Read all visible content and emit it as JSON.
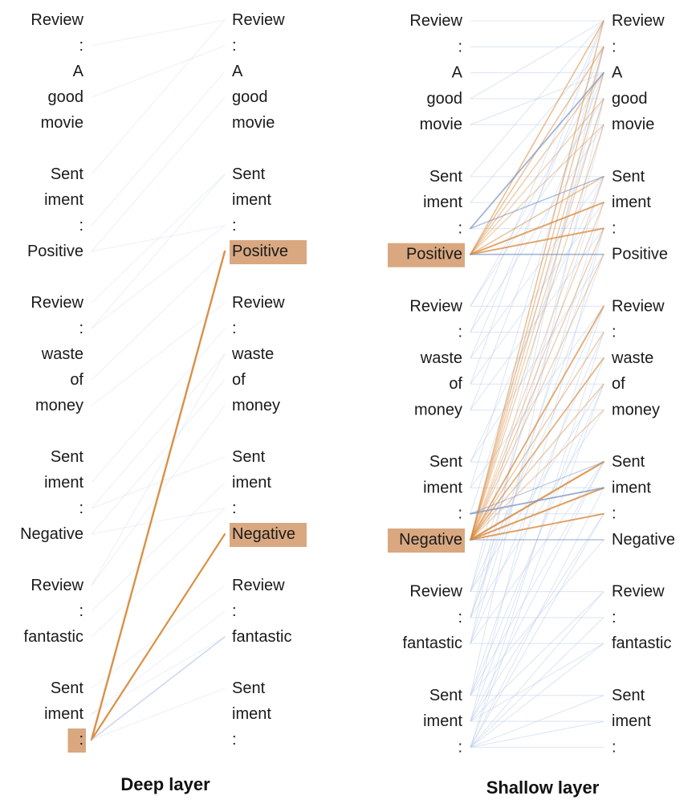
{
  "tokens": [
    "Review",
    ":",
    "A",
    "good",
    "movie",
    "Sent",
    "iment",
    ":",
    "Positive",
    "Review",
    ":",
    "waste",
    "of",
    "money",
    "Sent",
    "iment",
    ":",
    "Negative",
    "Review",
    ":",
    "fantastic",
    "Sent",
    "iment",
    ":"
  ],
  "panels": [
    {
      "name": "deep",
      "caption": "Deep layer",
      "highlight_color": "#d9a880",
      "left_highlight_indices": [
        23
      ],
      "right_highlight_indices": [
        8,
        17
      ],
      "edges": [
        {
          "from": 23,
          "to": 8,
          "color": "#d98a3c",
          "opacity": 0.95,
          "weight": 2.4
        },
        {
          "from": 23,
          "to": 17,
          "color": "#d98a3c",
          "opacity": 0.95,
          "weight": 2.2
        },
        {
          "from": 23,
          "to": 20,
          "color": "#b8c8e8",
          "opacity": 0.8,
          "weight": 1.4
        }
      ],
      "faint_edges": [
        [
          1,
          0
        ],
        [
          3,
          1
        ],
        [
          5,
          0
        ],
        [
          7,
          2
        ],
        [
          8,
          3
        ],
        [
          9,
          5
        ],
        [
          10,
          7
        ],
        [
          12,
          8
        ],
        [
          13,
          9
        ],
        [
          15,
          10
        ],
        [
          16,
          11
        ],
        [
          17,
          12
        ],
        [
          18,
          13
        ],
        [
          19,
          15
        ],
        [
          20,
          16
        ],
        [
          21,
          18
        ],
        [
          22,
          19
        ],
        [
          23,
          21
        ],
        [
          16,
          14
        ],
        [
          10,
          5
        ],
        [
          8,
          7
        ],
        [
          17,
          16
        ],
        [
          22,
          20
        ],
        [
          18,
          11
        ]
      ]
    },
    {
      "name": "shallow",
      "caption": "Shallow layer",
      "highlight_color": "#d9a880",
      "left_highlight_indices": [
        8,
        17
      ],
      "right_highlight_indices": [],
      "edges": [
        {
          "from": 8,
          "to": 0,
          "color": "#d98a3c",
          "opacity": 0.55,
          "weight": 1.6
        },
        {
          "from": 8,
          "to": 1,
          "color": "#d98a3c",
          "opacity": 0.5,
          "weight": 1.5
        },
        {
          "from": 8,
          "to": 2,
          "color": "#d98a3c",
          "opacity": 0.45,
          "weight": 1.4
        },
        {
          "from": 8,
          "to": 3,
          "color": "#d98a3c",
          "opacity": 0.4,
          "weight": 1.3
        },
        {
          "from": 8,
          "to": 4,
          "color": "#d98a3c",
          "opacity": 0.4,
          "weight": 1.3
        },
        {
          "from": 8,
          "to": 5,
          "color": "#d98a3c",
          "opacity": 0.5,
          "weight": 1.5
        },
        {
          "from": 8,
          "to": 6,
          "color": "#d98a3c",
          "opacity": 0.75,
          "weight": 2.0
        },
        {
          "from": 8,
          "to": 7,
          "color": "#d98a3c",
          "opacity": 0.75,
          "weight": 2.0
        },
        {
          "from": 8,
          "to": 8,
          "color": "#7a94c4",
          "opacity": 0.7,
          "weight": 1.6
        },
        {
          "from": 7,
          "to": 2,
          "color": "#7a94c4",
          "opacity": 0.7,
          "weight": 1.8
        },
        {
          "from": 7,
          "to": 5,
          "color": "#7a94c4",
          "opacity": 0.55,
          "weight": 1.6
        },
        {
          "from": 17,
          "to": 0,
          "color": "#d98a3c",
          "opacity": 0.55,
          "weight": 1.5
        },
        {
          "from": 17,
          "to": 1,
          "color": "#d98a3c",
          "opacity": 0.5,
          "weight": 1.4
        },
        {
          "from": 17,
          "to": 2,
          "color": "#d98a3c",
          "opacity": 0.45,
          "weight": 1.4
        },
        {
          "from": 17,
          "to": 3,
          "color": "#d98a3c",
          "opacity": 0.4,
          "weight": 1.3
        },
        {
          "from": 17,
          "to": 4,
          "color": "#d98a3c",
          "opacity": 0.4,
          "weight": 1.3
        },
        {
          "from": 17,
          "to": 5,
          "color": "#d98a3c",
          "opacity": 0.35,
          "weight": 1.2
        },
        {
          "from": 17,
          "to": 6,
          "color": "#d98a3c",
          "opacity": 0.4,
          "weight": 1.3
        },
        {
          "from": 17,
          "to": 7,
          "color": "#d98a3c",
          "opacity": 0.45,
          "weight": 1.3
        },
        {
          "from": 17,
          "to": 8,
          "color": "#d98a3c",
          "opacity": 0.4,
          "weight": 1.3
        },
        {
          "from": 17,
          "to": 9,
          "color": "#d98a3c",
          "opacity": 0.7,
          "weight": 1.9
        },
        {
          "from": 17,
          "to": 10,
          "color": "#d98a3c",
          "opacity": 0.45,
          "weight": 1.4
        },
        {
          "from": 17,
          "to": 11,
          "color": "#d98a3c",
          "opacity": 0.65,
          "weight": 1.8
        },
        {
          "from": 17,
          "to": 12,
          "color": "#d98a3c",
          "opacity": 0.45,
          "weight": 1.4
        },
        {
          "from": 17,
          "to": 13,
          "color": "#d98a3c",
          "opacity": 0.4,
          "weight": 1.3
        },
        {
          "from": 17,
          "to": 14,
          "color": "#d98a3c",
          "opacity": 0.85,
          "weight": 2.2
        },
        {
          "from": 17,
          "to": 15,
          "color": "#d98a3c",
          "opacity": 0.8,
          "weight": 2.1
        },
        {
          "from": 17,
          "to": 16,
          "color": "#d98a3c",
          "opacity": 0.8,
          "weight": 2.0
        },
        {
          "from": 17,
          "to": 17,
          "color": "#7a94c4",
          "opacity": 0.55,
          "weight": 1.4
        },
        {
          "from": 16,
          "to": 15,
          "color": "#7a94c4",
          "opacity": 0.75,
          "weight": 1.9
        },
        {
          "from": 16,
          "to": 14,
          "color": "#7a94c4",
          "opacity": 0.45,
          "weight": 1.4
        }
      ],
      "faint_edges": [
        [
          0,
          0
        ],
        [
          1,
          1
        ],
        [
          2,
          2
        ],
        [
          3,
          3
        ],
        [
          4,
          4
        ],
        [
          5,
          5
        ],
        [
          6,
          6
        ],
        [
          7,
          7
        ],
        [
          9,
          9
        ],
        [
          10,
          10
        ],
        [
          11,
          11
        ],
        [
          12,
          12
        ],
        [
          13,
          13
        ],
        [
          14,
          14
        ],
        [
          15,
          15
        ],
        [
          16,
          16
        ],
        [
          18,
          18
        ],
        [
          19,
          19
        ],
        [
          20,
          20
        ],
        [
          21,
          21
        ],
        [
          22,
          22
        ],
        [
          23,
          23
        ],
        [
          23,
          18
        ],
        [
          23,
          19
        ],
        [
          23,
          20
        ],
        [
          23,
          21
        ],
        [
          23,
          22
        ],
        [
          22,
          18
        ],
        [
          22,
          20
        ],
        [
          21,
          17
        ],
        [
          20,
          14
        ],
        [
          19,
          13
        ],
        [
          18,
          12
        ],
        [
          15,
          9
        ],
        [
          14,
          8
        ],
        [
          13,
          7
        ],
        [
          12,
          6
        ],
        [
          11,
          5
        ],
        [
          10,
          4
        ],
        [
          9,
          3
        ],
        [
          6,
          1
        ],
        [
          5,
          0
        ],
        [
          4,
          2
        ],
        [
          3,
          0
        ],
        [
          23,
          15
        ],
        [
          22,
          11
        ],
        [
          21,
          9
        ],
        [
          20,
          6
        ],
        [
          19,
          4
        ],
        [
          18,
          2
        ],
        [
          16,
          3
        ],
        [
          15,
          1
        ],
        [
          14,
          5
        ],
        [
          13,
          2
        ],
        [
          12,
          0
        ],
        [
          11,
          1
        ],
        [
          10,
          0
        ],
        [
          9,
          2
        ],
        [
          23,
          10
        ],
        [
          22,
          7
        ],
        [
          21,
          3
        ],
        [
          20,
          1
        ],
        [
          19,
          8
        ],
        [
          18,
          5
        ],
        [
          23,
          16
        ],
        [
          22,
          14
        ],
        [
          21,
          12
        ],
        [
          20,
          10
        ],
        [
          19,
          7
        ],
        [
          18,
          9
        ],
        [
          23,
          12
        ],
        [
          22,
          16
        ],
        [
          21,
          14
        ]
      ]
    }
  ]
}
